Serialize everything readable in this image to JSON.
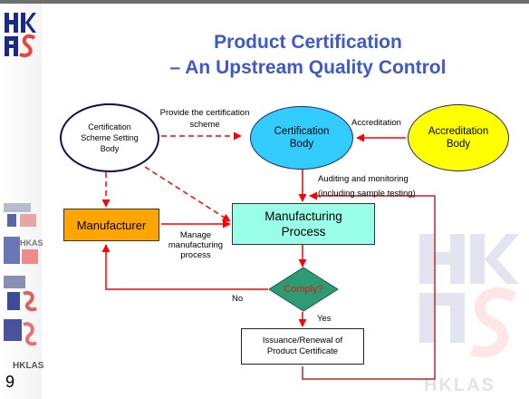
{
  "slide": {
    "title_line1": "Product Certification",
    "title_line2": "– An Upstream Quality Control",
    "page_number": "9",
    "logo_text": "HK",
    "logo_sub": "AS",
    "sidebar_marks": [
      "HKAS",
      "HKAS",
      "HKAS",
      "HKLAS"
    ],
    "watermark_text": "HKLAS"
  },
  "nodes": {
    "scheme_body": "Certification Scheme Setting Body",
    "cert_body": "Certification Body",
    "accred_body": "Accreditation Body",
    "manufacturer": "Manufacturer",
    "mfg_process": "Manufacturing Process",
    "comply": "Comply?",
    "certificate": "Issuance/Renewal of Product Certificate"
  },
  "labels": {
    "provide": "Provide the certification scheme",
    "accreditation": "Accreditation",
    "auditing": "Auditing and monitoring",
    "sample_testing": "(including sample testing)",
    "manage": "Manage manufacturing process",
    "no": "No",
    "yes": "Yes"
  },
  "colors": {
    "title": "#3f59c8",
    "cert_body_fill": "#33ccff",
    "accred_fill": "#ffff00",
    "manufacturer_fill": "#ffa500",
    "process_fill": "#99ffe6",
    "comply_fill": "#2e9b75",
    "comply_text": "#e0181a",
    "arrow": "#ff0000",
    "connector": "#cc2222"
  }
}
